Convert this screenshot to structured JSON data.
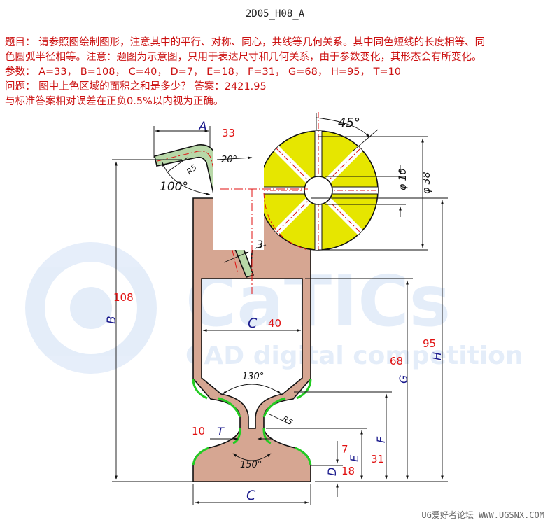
{
  "title": "2D05_H08_A",
  "question": {
    "line1": "题目： 请参照图绘制图形，注意其中的平行、对称、同心，共线等几何关系。其中同色短线的长度相等、同",
    "line2": "色圆弧半径相等。注意：题图为示意图，只用于表达尺寸和几何关系，由于参数变化，其形态会有所变化。",
    "line3": "参数： A=33， B=108， C=40， D=7， E=18， F=31， G=68， H=95， T=10",
    "line4": "问题： 图中上色区域的面积之和是多少？   答案：2421.95",
    "line5": "与标准答案相对误差在正负0.5%以内视为正确。"
  },
  "dimensions": {
    "A": "A",
    "B": "B",
    "C_top": "C",
    "C_bottom": "C",
    "D": "D",
    "E": "E",
    "F": "F",
    "G": "G",
    "H": "H",
    "T": "T",
    "angle_45": "45°",
    "angle_20": "20°",
    "angle_100": "100°",
    "angle_130": "130°",
    "angle_150": "150°",
    "r5_top": "R5",
    "r5_mid": "R5",
    "phi10": "φ 10",
    "phi38": "φ 38",
    "three": "3"
  },
  "values": {
    "A": "33",
    "B": "108",
    "C": "40",
    "D": "7",
    "E": "18",
    "F": "31",
    "G": "68",
    "H": "95",
    "T": "10"
  },
  "watermark": {
    "main": "CaTICs",
    "sub": "CAD digital competition"
  },
  "footer": "UG爱好者论坛 WWW.UGSNX.COM",
  "colors": {
    "body_fill": "#d6a692",
    "straw_fill": "#b8d8a8",
    "wheel_fill": "#e6e600",
    "green_arc": "#22cc22",
    "dim_blue": "#1a1a8c",
    "value_red": "#e01010"
  }
}
